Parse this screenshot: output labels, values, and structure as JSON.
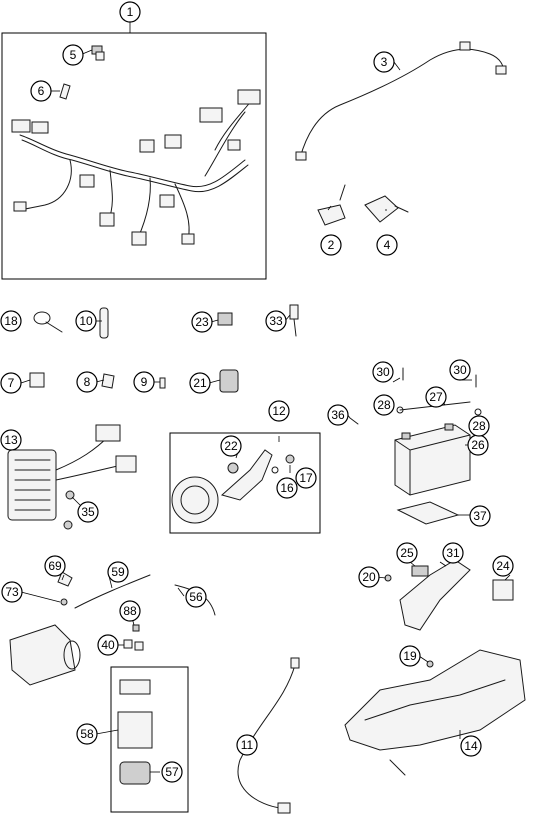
{
  "diagram": {
    "callouts": [
      "1",
      "2",
      "3",
      "4",
      "5",
      "6",
      "7",
      "8",
      "9",
      "10",
      "11",
      "12",
      "13",
      "14",
      "16",
      "17",
      "18",
      "19",
      "20",
      "21",
      "22",
      "23",
      "24",
      "25",
      "26",
      "27",
      "28",
      "28",
      "30",
      "30",
      "31",
      "33",
      "35",
      "36",
      "37",
      "40",
      "56",
      "57",
      "58",
      "59",
      "69",
      "73",
      "88"
    ]
  }
}
